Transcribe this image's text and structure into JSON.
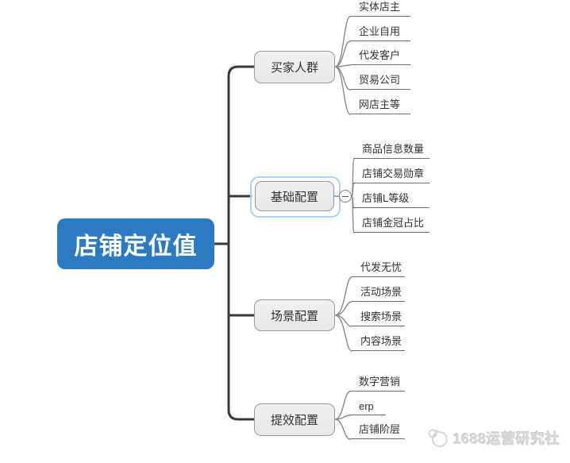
{
  "root": {
    "label": "店铺定位值"
  },
  "branches": [
    {
      "label": "买家人群",
      "children": [
        "实体店主",
        "企业自用",
        "代发客户",
        "贸易公司",
        "网店主等"
      ]
    },
    {
      "label": "基础配置",
      "selected": true,
      "collapse_icon": "minus-circle",
      "children": [
        "商品信息数量",
        "店铺交易勋章",
        "店铺L等级",
        "店铺金冠占比"
      ]
    },
    {
      "label": "场景配置",
      "children": [
        "代发无忧",
        "活动场景",
        "搜索场景",
        "内容场景"
      ]
    },
    {
      "label": "提效配置",
      "children": [
        "数字营销",
        "erp",
        "店铺阶层"
      ]
    }
  ],
  "watermark": {
    "text": "1688运营研究社",
    "logo": "bubbles-logo"
  },
  "colors": {
    "root_fill": "#2b7ac2",
    "root_text": "#ffffff",
    "branch_fill": "#ececec",
    "branch_border": "#999999",
    "selection_ring": "#a8d4f2",
    "trunk_line": "#383838",
    "leaf_line": "#8a8a8a",
    "text": "#333333",
    "watermark_text": "#d0d0d0"
  }
}
